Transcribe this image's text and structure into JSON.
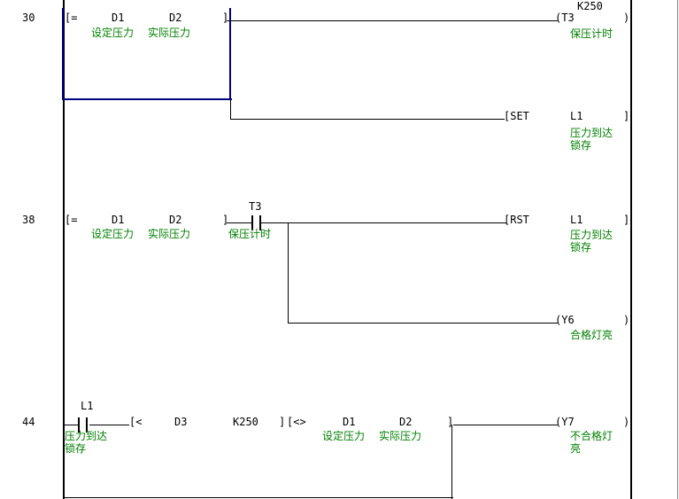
{
  "colors": {
    "line": "#000000",
    "comment_green": "#008000",
    "selection_navy": "#000080",
    "background": "#ffffff"
  },
  "rung30": {
    "step": "30",
    "cmp_open": "[=",
    "cmp_arg1": "D1",
    "cmp_arg1_comment": "设定压力",
    "cmp_arg2": "D2",
    "cmp_arg2_comment": "实际压力",
    "cmp_close": "]",
    "timer_constant": "K250",
    "coil_open": "(T3",
    "coil_close": ")",
    "coil_comment": "保压计时",
    "set_instr": "[SET",
    "set_device": "L1",
    "set_close": "]",
    "set_comment1": "压力到达",
    "set_comment2": "锁存"
  },
  "rung38": {
    "step": "38",
    "cmp_open": "[=",
    "cmp_arg1": "D1",
    "cmp_arg1_comment": "设定压力",
    "cmp_arg2": "D2",
    "cmp_arg2_comment": "实际压力",
    "cmp_close": "]",
    "contact_device": "T3",
    "contact_comment": "保压计时",
    "rst_instr": "[RST",
    "rst_device": "L1",
    "rst_close": "]",
    "rst_comment1": "压力到达",
    "rst_comment2": "锁存",
    "coil_open": "(Y6",
    "coil_close": ")",
    "coil_comment": "合格灯亮"
  },
  "rung44": {
    "step": "44",
    "contact_device": "L1",
    "contact_comment1": "压力到达",
    "contact_comment2": "锁存",
    "cmp1_open": "[<",
    "cmp1_arg1": "D3",
    "cmp1_arg2": "K250",
    "cmp1_close": "]",
    "cmp2_open": "[<>",
    "cmp2_arg1": "D1",
    "cmp2_arg1_comment": "设定压力",
    "cmp2_arg2": "D2",
    "cmp2_arg2_comment": "实际压力",
    "cmp2_close": "]",
    "coil_open": "(Y7",
    "coil_close": ")",
    "coil_comment1": "不合格灯",
    "coil_comment2": "亮"
  }
}
